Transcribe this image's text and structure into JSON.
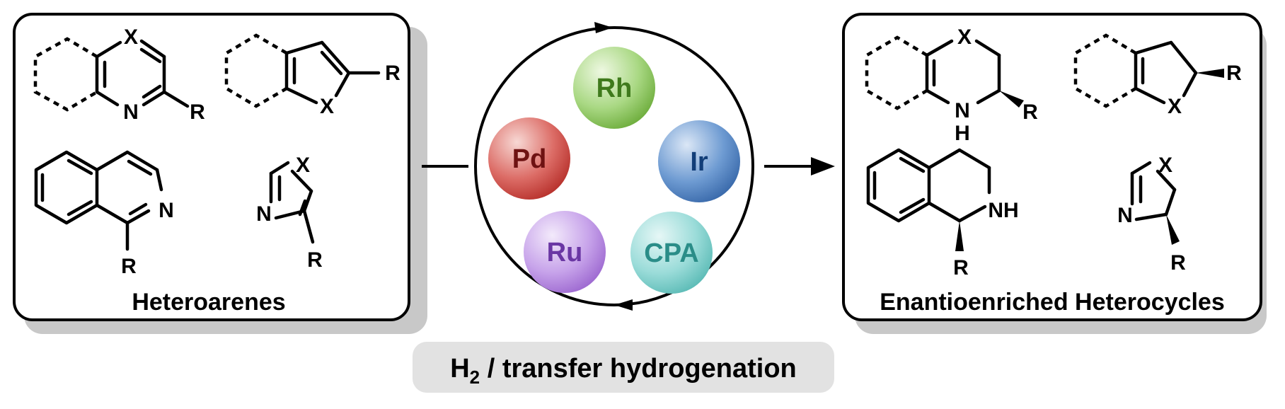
{
  "left_panel": {
    "title": "Heteroarenes",
    "atoms": [
      "X",
      "N",
      "R",
      "R",
      "X",
      "N",
      "R",
      "X",
      "N",
      "R"
    ]
  },
  "right_panel": {
    "title": "Enantioenriched Heterocycles",
    "atoms": [
      "X",
      "N",
      "H",
      "R",
      "R",
      "X",
      "NH",
      "R",
      "X",
      "N",
      "R"
    ]
  },
  "catalysts": [
    {
      "label": "Rh",
      "color": "#7ab648",
      "text_color": "#3f7a1c"
    },
    {
      "label": "Pd",
      "color": "#c8423c",
      "text_color": "#6e1212"
    },
    {
      "label": "Ir",
      "color": "#3f73b6",
      "text_color": "#123e78"
    },
    {
      "label": "Ru",
      "color": "#a977d6",
      "text_color": "#6a36a4"
    },
    {
      "label": "CPA",
      "color": "#6cc8c4",
      "text_color": "#2a8d88"
    }
  ],
  "conditions": {
    "h_letter": "H",
    "subscript": "2",
    "rest": " / transfer hydrogenation"
  }
}
